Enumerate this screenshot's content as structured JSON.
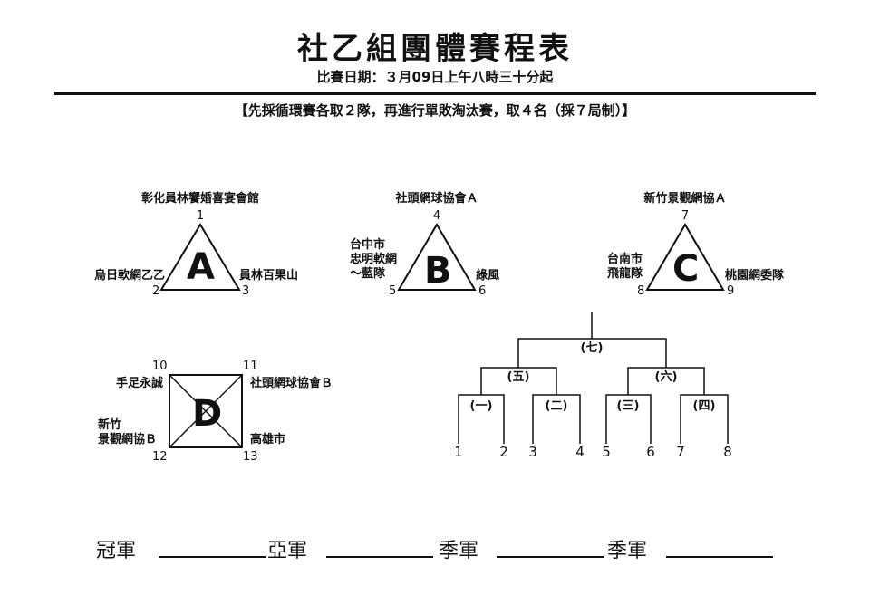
{
  "header": {
    "title": "社乙組團體賽程表",
    "date": "比賽日期：３月09日上午八時三十分起",
    "format_note": "【先採循環賽各取２隊，再進行單敗淘汰賽，取４名（採７局制）】"
  },
  "groups": {
    "A": {
      "letter": "A",
      "top": {
        "name": "彰化員林饗婚喜宴會館",
        "seed": "1"
      },
      "left": {
        "name": "烏日軟網乙乙",
        "seed": "2"
      },
      "right": {
        "name": "員林百果山",
        "seed": "3"
      }
    },
    "B": {
      "letter": "B",
      "top": {
        "name": "社頭網球協會Ａ",
        "seed": "4"
      },
      "left": {
        "line1": "台中市",
        "line2": "忠明軟網",
        "line3": "～藍隊",
        "seed": "5"
      },
      "right": {
        "name": "綠風",
        "seed": "6"
      }
    },
    "C": {
      "letter": "C",
      "top": {
        "name": "新竹景觀網協Ａ",
        "seed": "7"
      },
      "left": {
        "line1": "台南市",
        "line2": "飛龍隊",
        "seed": "8"
      },
      "right": {
        "name": "桃園網委隊",
        "seed": "9"
      }
    },
    "D": {
      "letter": "D",
      "top_left": {
        "name": "手足永誠",
        "seed": "10"
      },
      "top_right": {
        "name": "社頭網球協會Ｂ",
        "seed": "11"
      },
      "bottom_left": {
        "line1": "新竹",
        "line2": "景觀網協Ｂ",
        "seed": "12"
      },
      "bottom_right": {
        "name": "高雄市",
        "seed": "13"
      }
    }
  },
  "bracket": {
    "slots": [
      "1",
      "2",
      "3",
      "4",
      "5",
      "6",
      "7",
      "8"
    ],
    "matches": {
      "m1": "(一)",
      "m2": "(二)",
      "m3": "(三)",
      "m4": "(四)",
      "m5": "(五)",
      "m6": "(六)",
      "m7": "(七)"
    }
  },
  "results": {
    "champion": "冠軍",
    "runner_up": "亞軍",
    "third_a": "季軍",
    "third_b": "季軍"
  }
}
